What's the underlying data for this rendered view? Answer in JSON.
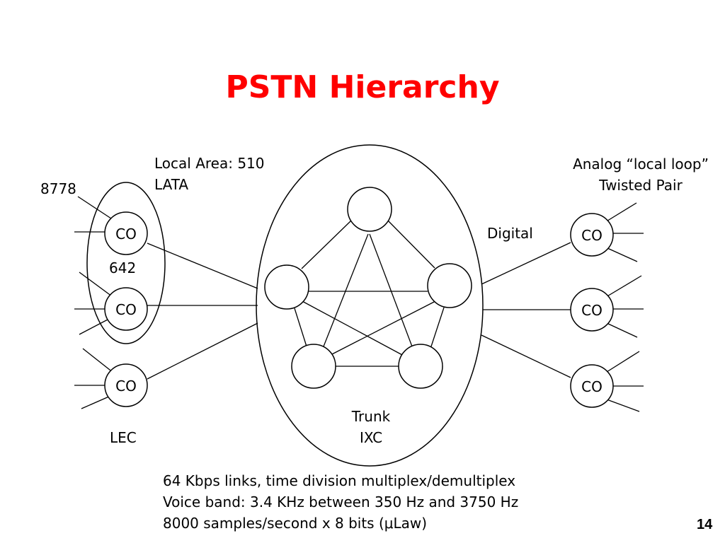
{
  "title": "PSTN Hierarchy",
  "labels": {
    "local_area_line1": "Local Area: 510",
    "local_area_line2": "LATA",
    "analog_line1": "Analog “local loop”",
    "analog_line2": "Twisted Pair",
    "number_8778": "8778",
    "number_642": "642",
    "digital": "Digital",
    "lec": "LEC",
    "trunk": "Trunk",
    "ixc": "IXC"
  },
  "co_label": "CO",
  "nodes": {
    "left": [
      {
        "label": "CO"
      },
      {
        "label": "CO"
      },
      {
        "label": "CO"
      }
    ],
    "right": [
      {
        "label": "CO"
      },
      {
        "label": "CO"
      },
      {
        "label": "CO"
      }
    ]
  },
  "bottom_lines": [
    "64 Kbps links, time division multiplex/demultiplex",
    "Voice band: 3.4 KHz between 350 Hz and 3750 Hz",
    "8000 samples/second x 8 bits (μLaw)"
  ],
  "page_number": "14",
  "colors": {
    "title": "#ff0000",
    "line": "#000000",
    "background": "#ffffff"
  }
}
